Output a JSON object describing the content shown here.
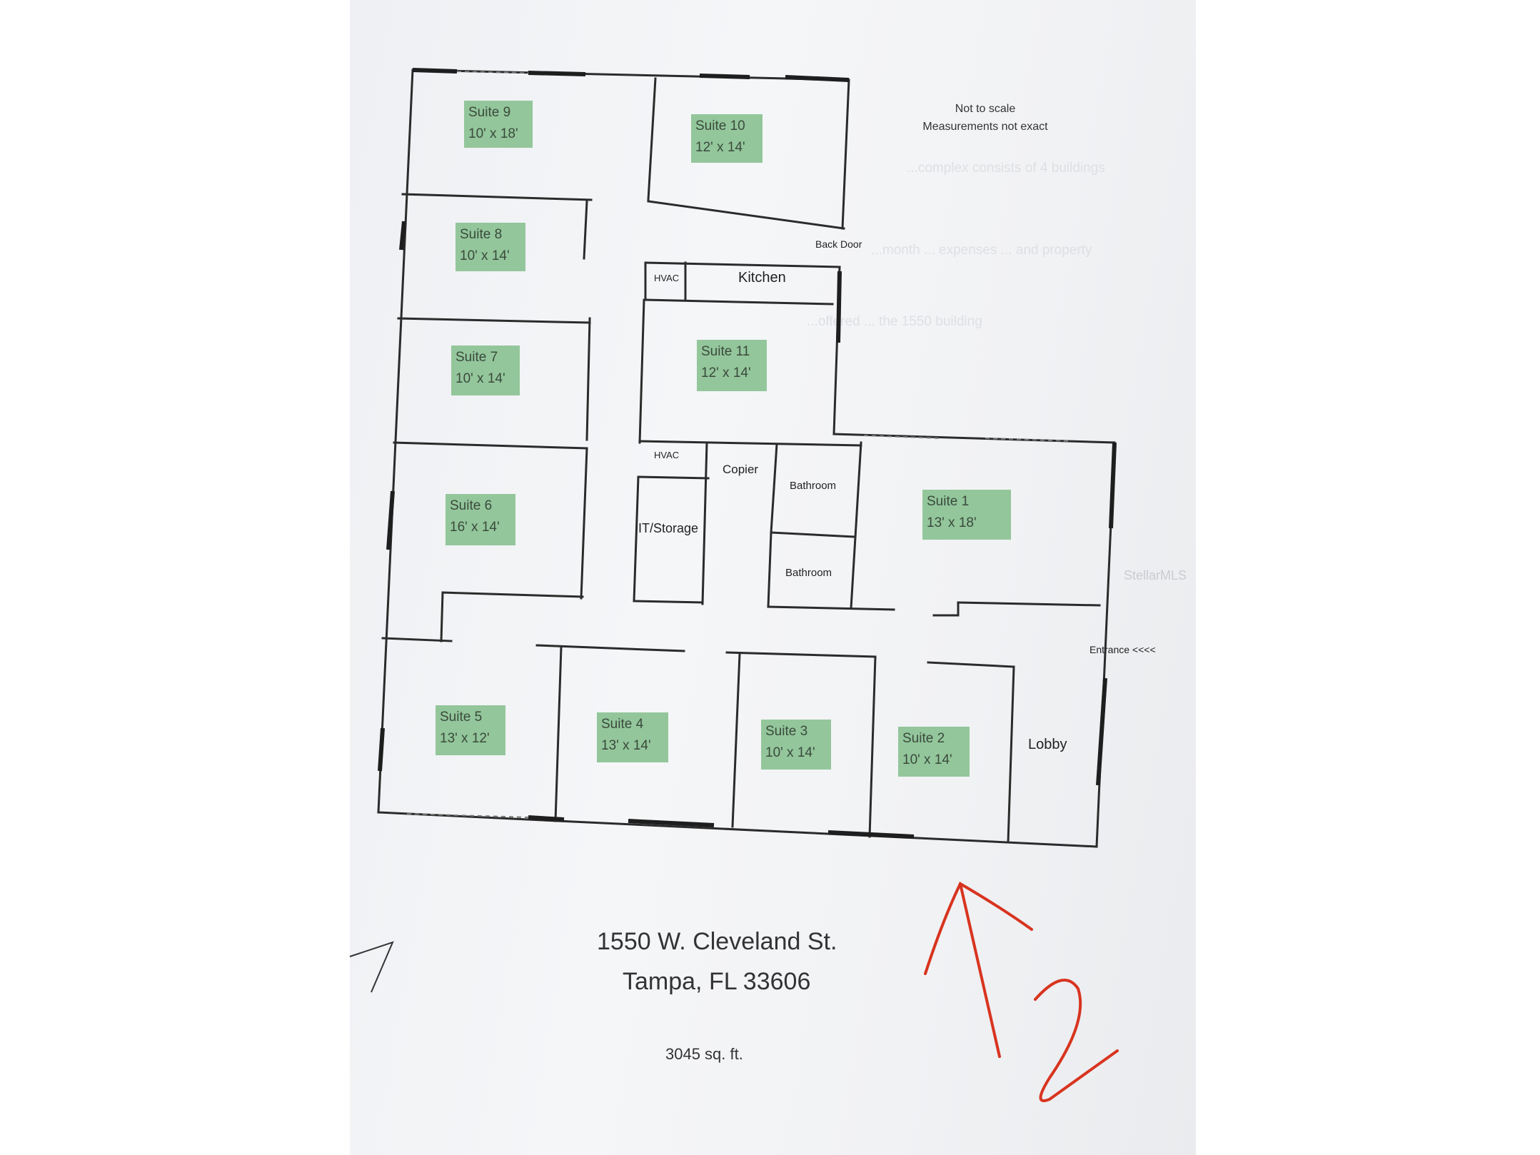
{
  "notes": {
    "line1": "Not to scale",
    "line2": "Measurements not exact"
  },
  "suites": [
    {
      "name": "Suite 9",
      "size": "10' x 18'"
    },
    {
      "name": "Suite 10",
      "size": "12' x 14'"
    },
    {
      "name": "Suite 8",
      "size": "10' x 14'"
    },
    {
      "name": "Suite 7",
      "size": "10' x 14'"
    },
    {
      "name": "Suite 11",
      "size": "12' x 14'"
    },
    {
      "name": "Suite 6",
      "size": "16' x 14'"
    },
    {
      "name": "Suite 1",
      "size": "13' x 18'"
    },
    {
      "name": "Suite 5",
      "size": "13' x 12'"
    },
    {
      "name": "Suite 4",
      "size": "13' x 14'"
    },
    {
      "name": "Suite 3",
      "size": "10' x 14'"
    },
    {
      "name": "Suite 2",
      "size": "10' x 14'"
    }
  ],
  "rooms": {
    "back_door": "Back Door",
    "kitchen": "Kitchen",
    "hvac_top": "HVAC",
    "hvac_mid": "HVAC",
    "copier": "Copier",
    "bathroom_1": "Bathroom",
    "bathroom_2": "Bathroom",
    "it_storage": "IT/Storage",
    "entrance": "Entrance <<<<",
    "lobby": "Lobby"
  },
  "address": {
    "street": "1550 W. Cleveland St.",
    "city": "Tampa, FL 33606"
  },
  "area": "3045 sq. ft.",
  "watermark": "StellarMLS",
  "annotation_number": "2",
  "colors": {
    "suite_fill": "#93c69b",
    "wall": "#2b2b2b",
    "annotation": "#d8341f"
  }
}
